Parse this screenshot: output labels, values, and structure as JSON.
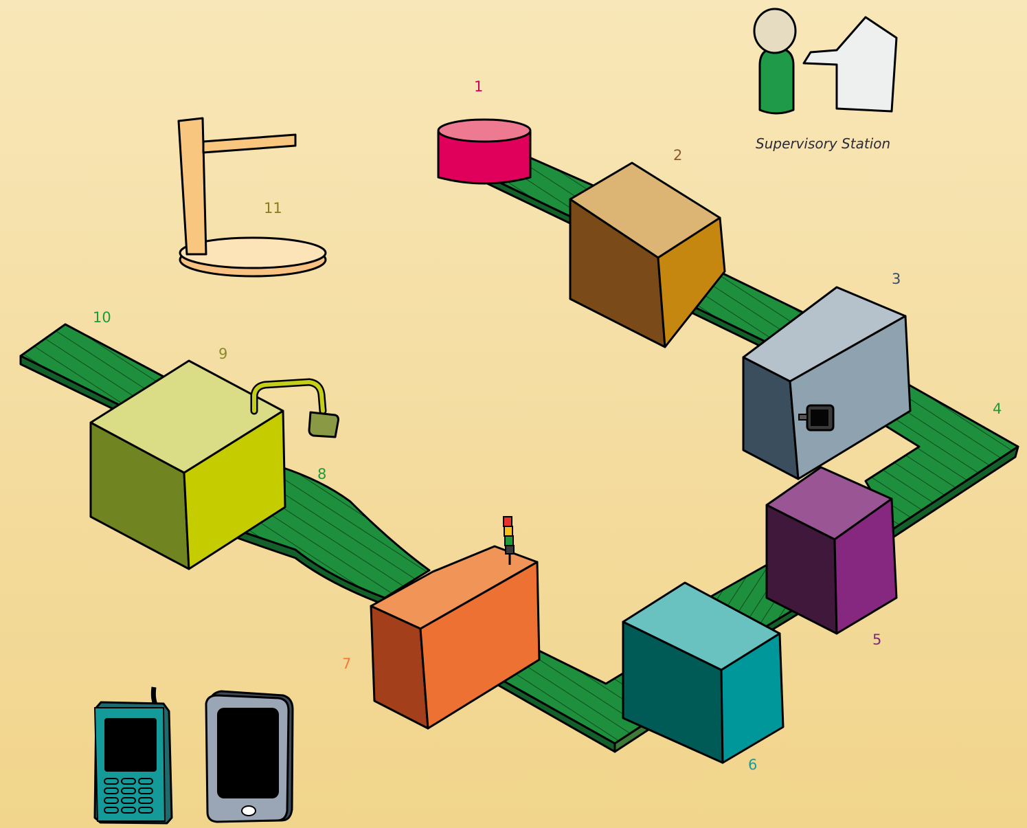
{
  "supervisory": {
    "label": "Supervisory Station"
  },
  "stations": [
    {
      "id": "1",
      "color": "#d6005a"
    },
    {
      "id": "2",
      "color": "#8a5a2a"
    },
    {
      "id": "3",
      "color": "#3a4e5e"
    },
    {
      "id": "4",
      "color": "#1f9a3a"
    },
    {
      "id": "5",
      "color": "#7d2a78"
    },
    {
      "id": "6",
      "color": "#1a9a9a"
    },
    {
      "id": "7",
      "color": "#f07a3a"
    },
    {
      "id": "8",
      "color": "#1f9a3a"
    },
    {
      "id": "9",
      "color": "#8a8a2a"
    },
    {
      "id": "10",
      "color": "#1f9a3a"
    },
    {
      "id": "11",
      "color": "#8a7a1a"
    }
  ],
  "colors": {
    "belt": "#1e8f3c",
    "belt_dark": "#13602a",
    "belt_line": "#0b3a18"
  }
}
